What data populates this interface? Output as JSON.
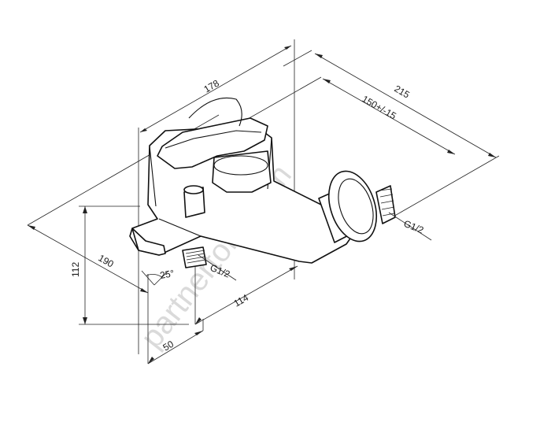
{
  "drawing": {
    "dimensions": {
      "overall_height": "178",
      "overall_width": "215",
      "wall_spacing": "150+/-15",
      "spout_reach": "190",
      "body_height": "112",
      "body_depth": "114",
      "outlet_offset": "50",
      "spout_angle": "25°"
    },
    "thread_labels": {
      "wall_inlet": "G1/2",
      "shower_outlet": "G1/2"
    },
    "watermark": "partnertorg.com"
  }
}
